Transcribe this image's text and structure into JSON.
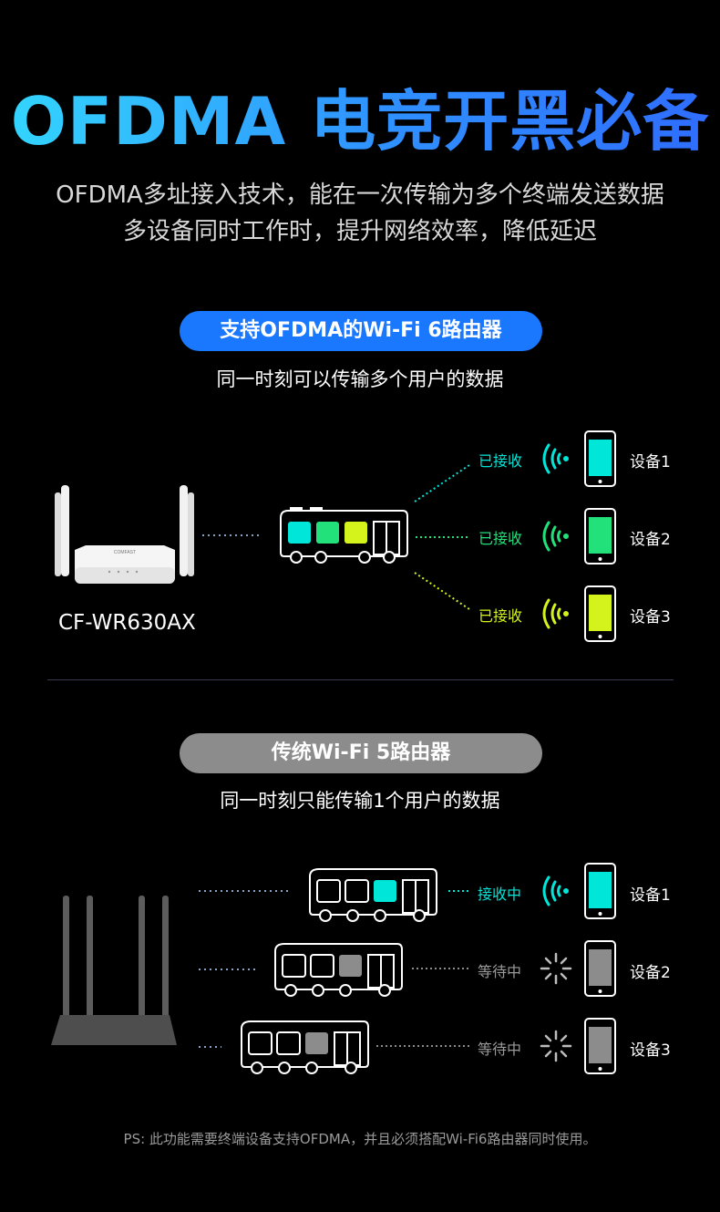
{
  "title": "OFDMA 电竞开黑必备",
  "intro": {
    "line1": "OFDMA多址接入技术，能在一次传输为多个终端发送数据",
    "line2": "多设备同时工作时，提升网络效率，降低延迟"
  },
  "ofdma_section": {
    "pill": "支持OFDMA的Wi-Fi 6路由器",
    "subtitle": "同一时刻可以传输多个用户的数据",
    "router_model": "CF-WR630AX",
    "router_brand": "COMFAST",
    "rows": [
      {
        "status": "已接收",
        "device": "设备1",
        "color": "#00e6d8"
      },
      {
        "status": "已接收",
        "device": "设备2",
        "color": "#22e07a"
      },
      {
        "status": "已接收",
        "device": "设备3",
        "color": "#d4f21c"
      }
    ]
  },
  "legacy_section": {
    "pill": "传统Wi-Fi 5路由器",
    "subtitle": "同一时刻只能传输1个用户的数据",
    "rows": [
      {
        "status": "接收中",
        "device": "设备1",
        "state": "receiving"
      },
      {
        "status": "等待中",
        "device": "设备2",
        "state": "waiting"
      },
      {
        "status": "等待中",
        "device": "设备3",
        "state": "waiting"
      }
    ]
  },
  "footnote": "PS: 此功能需要终端设备支持OFDMA，并且必须搭配Wi-Fi6路由器同时使用。",
  "icons": [
    "wifi-signal-icon",
    "smartphone-icon",
    "loading-spinner-icon",
    "bus-icon",
    "router-icon"
  ]
}
